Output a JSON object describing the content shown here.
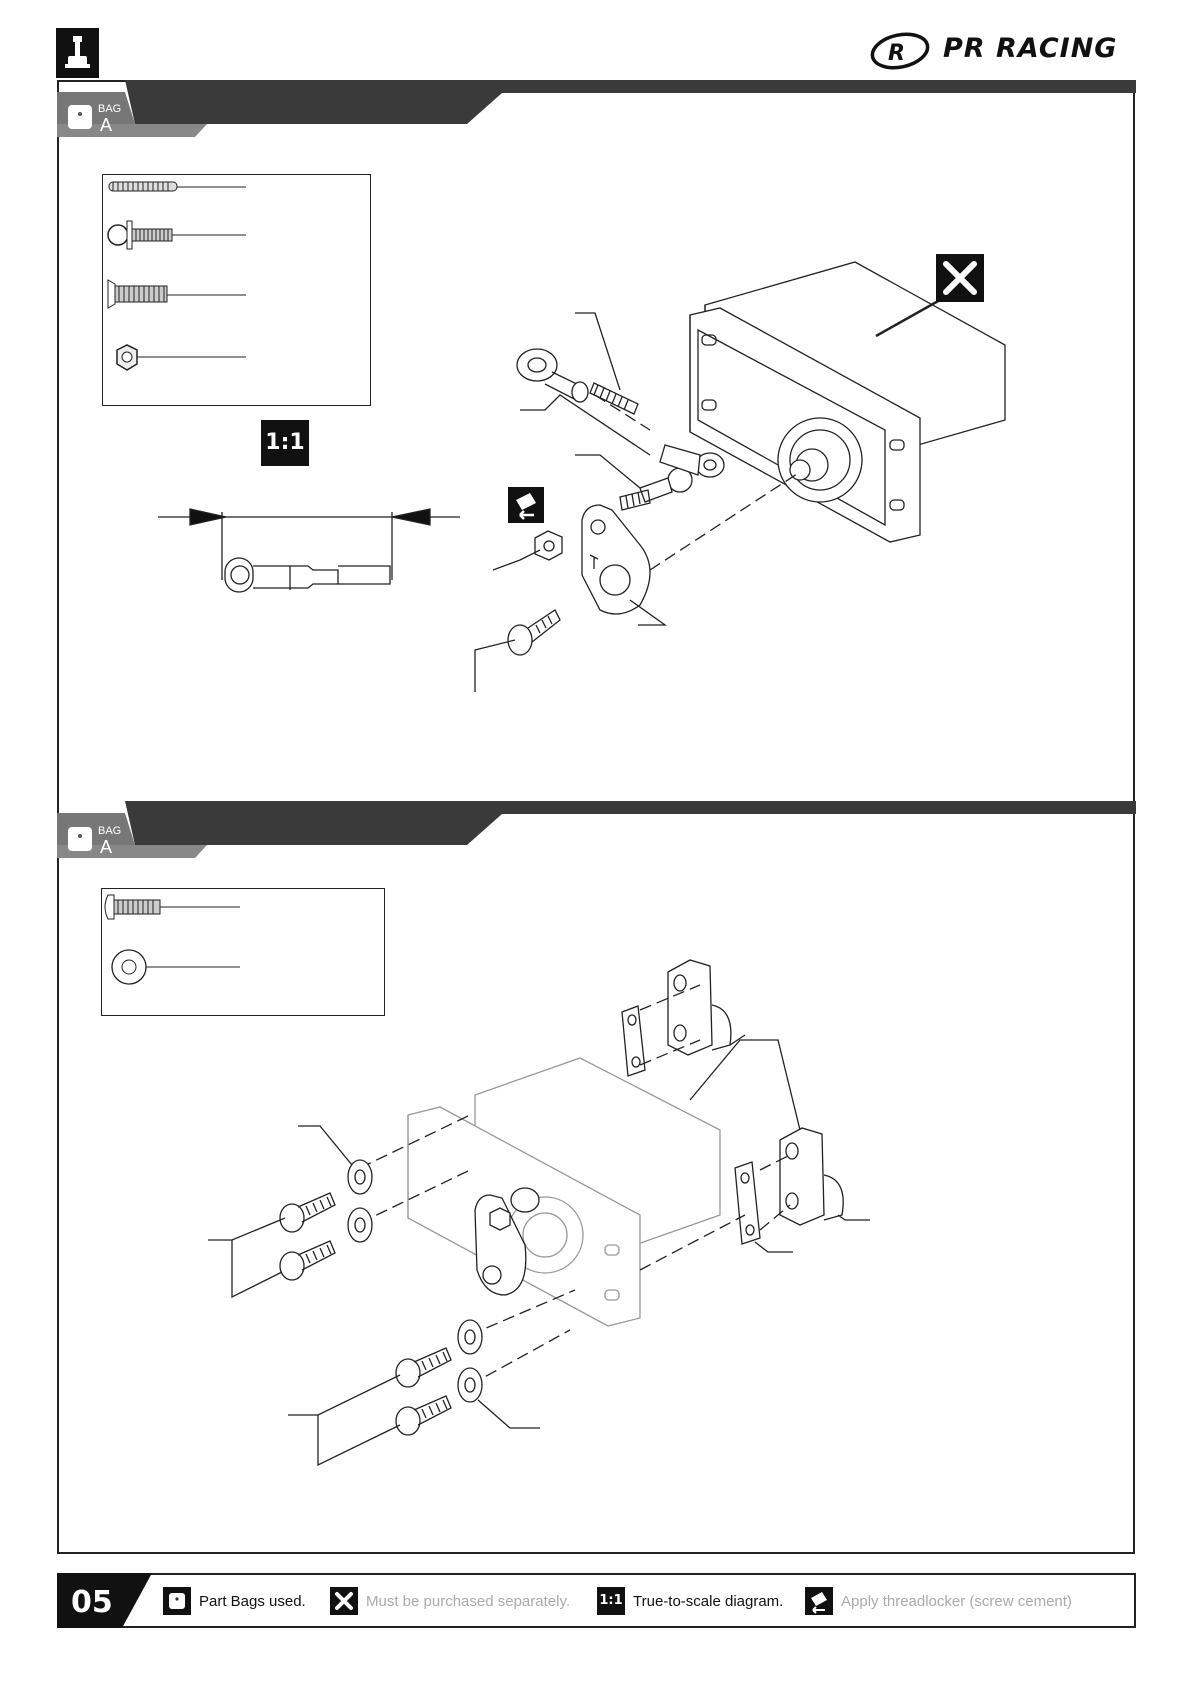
{
  "brand": {
    "name": "PR RACING"
  },
  "sections": [
    {
      "bag_label": "BAG",
      "bag_letter": "A"
    },
    {
      "bag_label": "BAG",
      "bag_letter": "A"
    }
  ],
  "scale_badge": "1:1",
  "footer": {
    "page_number": "05",
    "legend": [
      {
        "icon": "bag-icon",
        "text": "Part Bags used."
      },
      {
        "icon": "x-icon",
        "text": "Must be purchased separately."
      },
      {
        "icon": "scale-icon",
        "badge": "1:1",
        "text": "True-to-scale diagram."
      },
      {
        "icon": "threadlocker-icon",
        "text": "Apply threadlocker (screw cement)"
      }
    ]
  },
  "colors": {
    "dark": "#1a1a1a",
    "banner": "#333333",
    "gray": "#888888"
  }
}
